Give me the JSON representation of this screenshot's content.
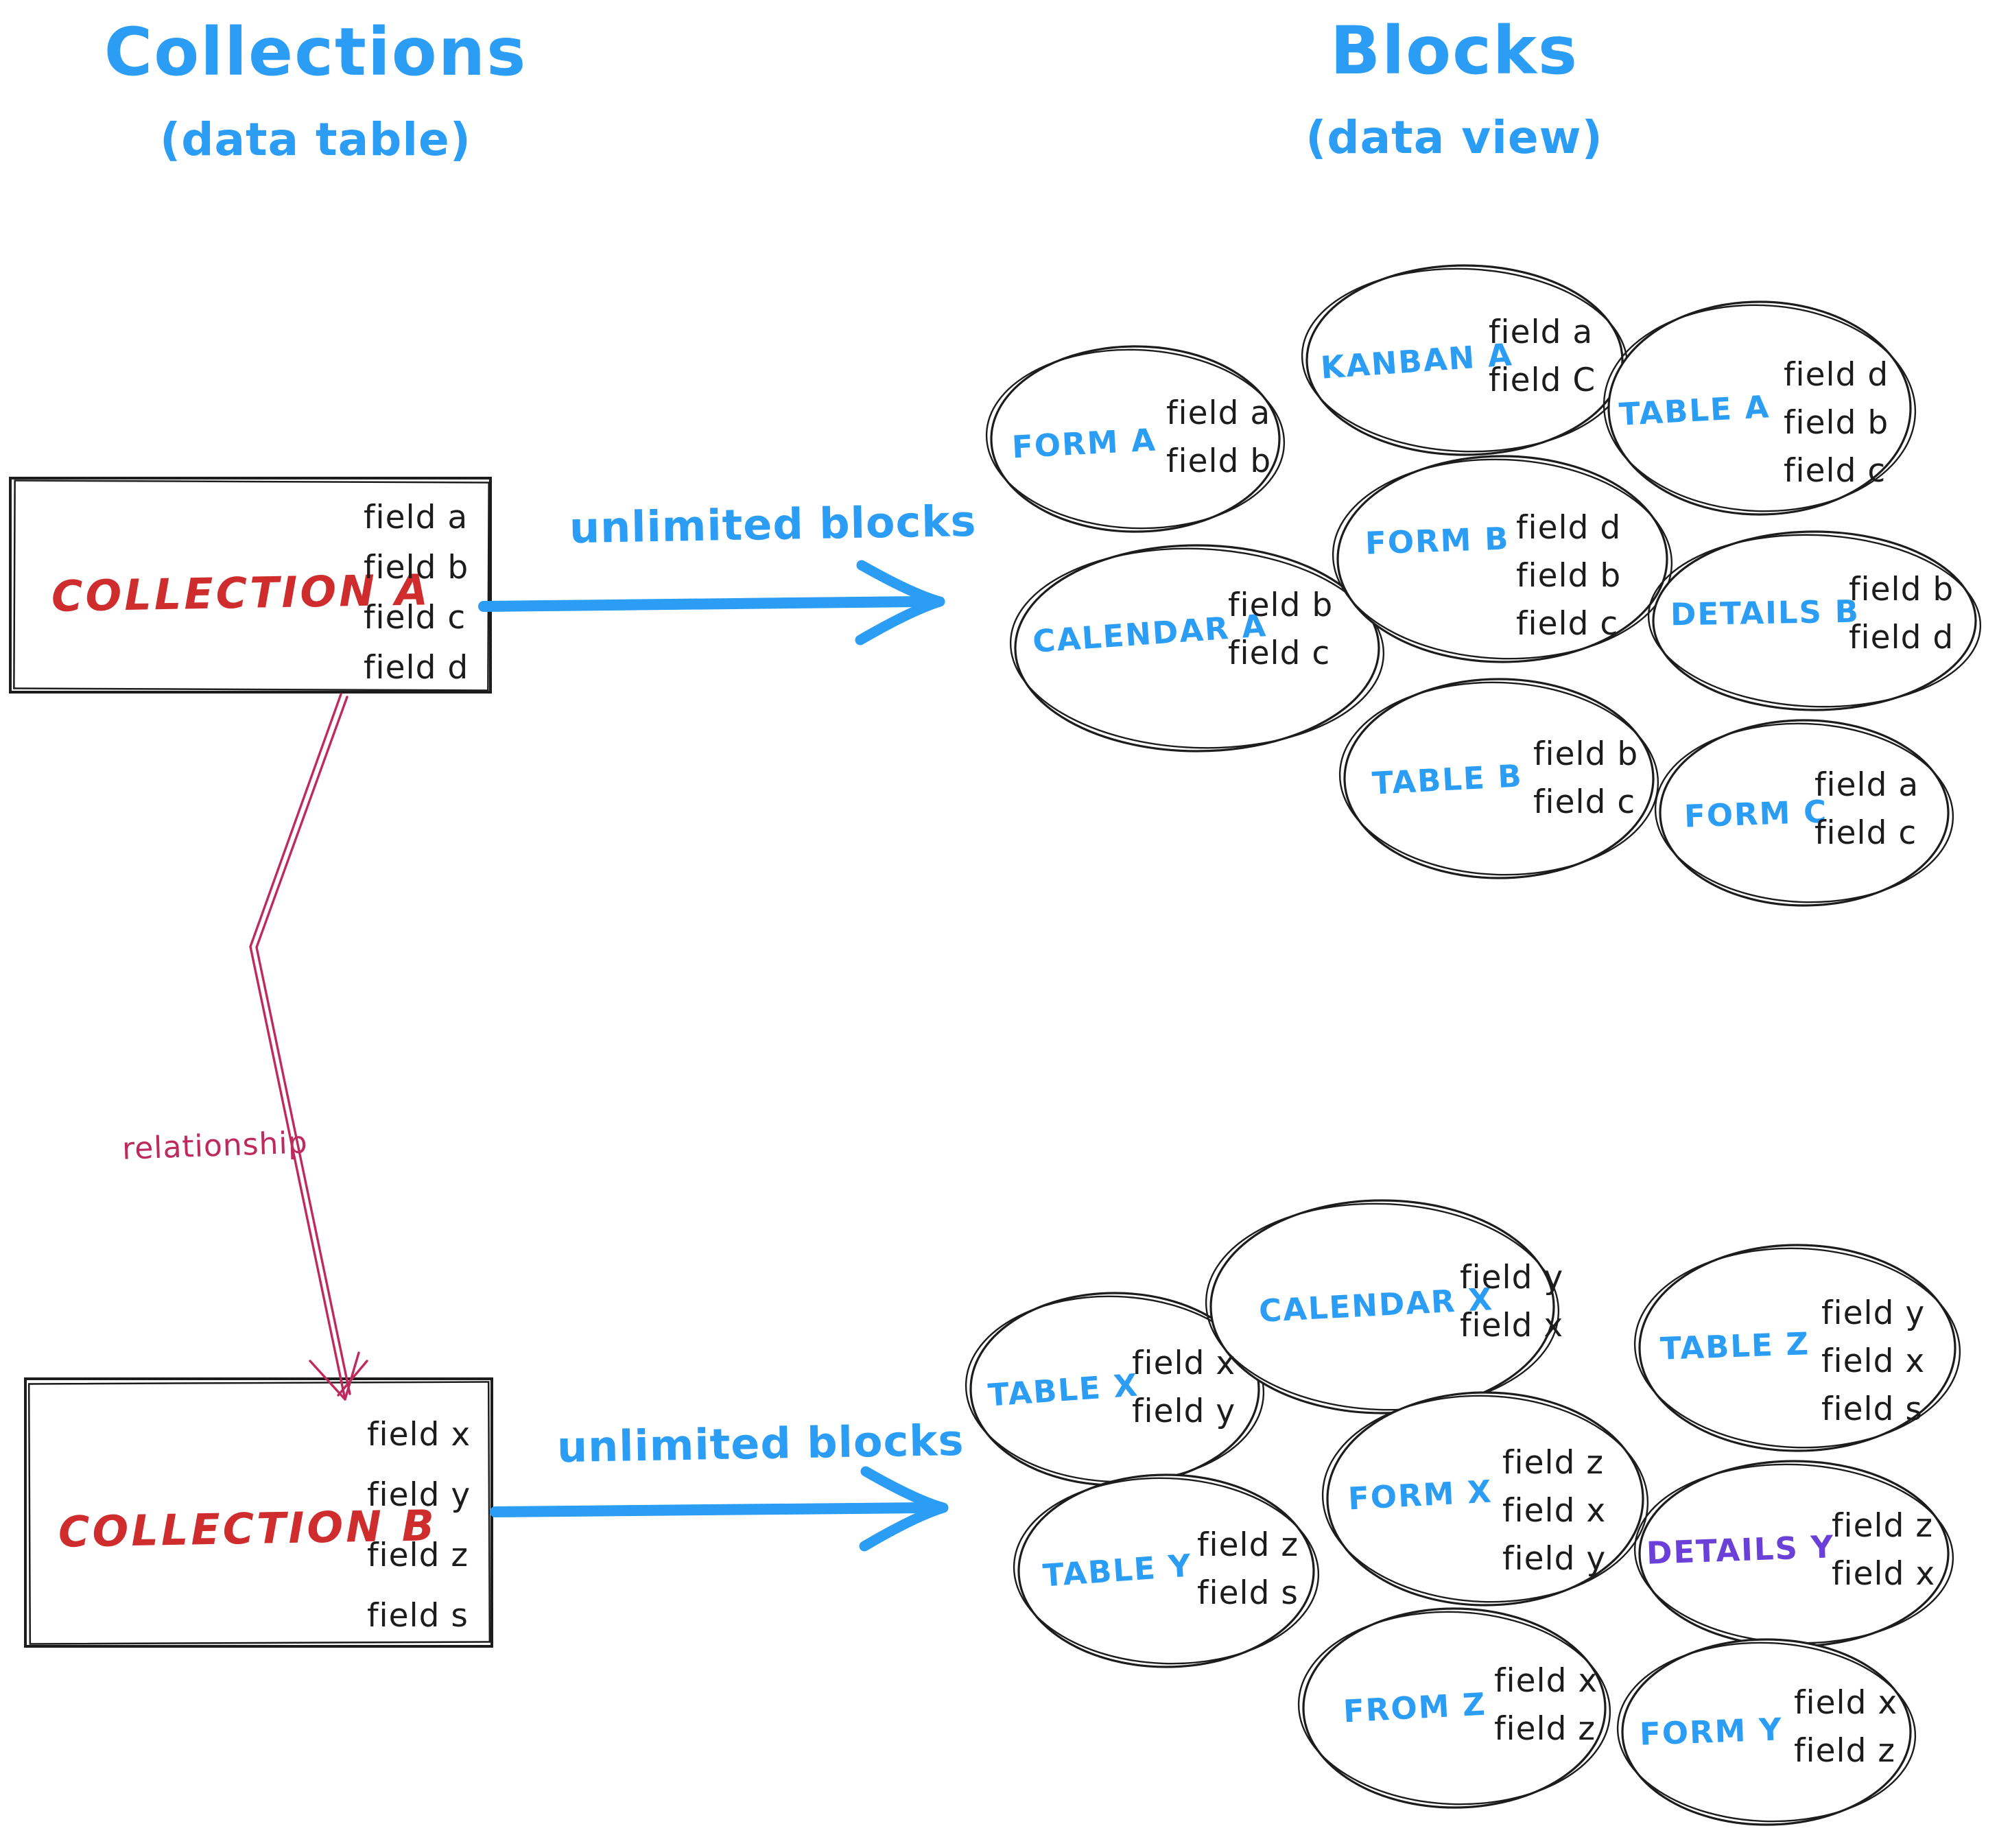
{
  "left_column": {
    "title": "Collections",
    "subtitle": "(data table)",
    "relationship_label": "relationship",
    "collections": [
      {
        "name": "COLLECTION A",
        "fields": [
          "field a",
          "field b",
          "field c",
          "field d"
        ],
        "arrow_label": "unlimited blocks"
      },
      {
        "name": "COLLECTION B",
        "fields": [
          "field x",
          "field y",
          "field z",
          "field s"
        ],
        "arrow_label": "unlimited blocks"
      }
    ]
  },
  "right_column": {
    "title": "Blocks",
    "subtitle": "(data view)",
    "clusters": {
      "collection_a_blocks": [
        {
          "label": "FORM A",
          "fields": [
            "field a",
            "field b"
          ]
        },
        {
          "label": "KANBAN A",
          "fields": [
            "field a",
            "field C"
          ]
        },
        {
          "label": "TABLE A",
          "fields": [
            "field d",
            "field b",
            "field c"
          ]
        },
        {
          "label": "CALENDAR A",
          "fields": [
            "field b",
            "field c"
          ]
        },
        {
          "label": "FORM B",
          "fields": [
            "field d",
            "field b",
            "field c"
          ]
        },
        {
          "label": "DETAILS B",
          "fields": [
            "field b",
            "field d"
          ]
        },
        {
          "label": "TABLE B",
          "fields": [
            "field b",
            "field c"
          ]
        },
        {
          "label": "FORM C",
          "fields": [
            "field a",
            "field c"
          ]
        }
      ],
      "collection_b_blocks": [
        {
          "label": "TABLE X",
          "fields": [
            "field x",
            "field y"
          ]
        },
        {
          "label": "CALENDAR X",
          "fields": [
            "field y",
            "field x"
          ]
        },
        {
          "label": "TABLE Z",
          "fields": [
            "field y",
            "field x",
            "field s"
          ]
        },
        {
          "label": "TABLE Y",
          "fields": [
            "field z",
            "field s"
          ]
        },
        {
          "label": "FORM X",
          "fields": [
            "field z",
            "field x",
            "field y"
          ]
        },
        {
          "label": "DETAILS Y",
          "label_color": "purple",
          "fields": [
            "field z",
            "field x"
          ]
        },
        {
          "label": "FROM Z",
          "fields": [
            "field x",
            "field z"
          ]
        },
        {
          "label": "FORM Y",
          "fields": [
            "field x",
            "field z"
          ]
        }
      ]
    }
  },
  "colors": {
    "blue": "#2b9df4",
    "red": "#cf2d2d",
    "crimson": "#bf2a5c",
    "purple": "#6b40d8",
    "ink": "#1c1c1c"
  }
}
